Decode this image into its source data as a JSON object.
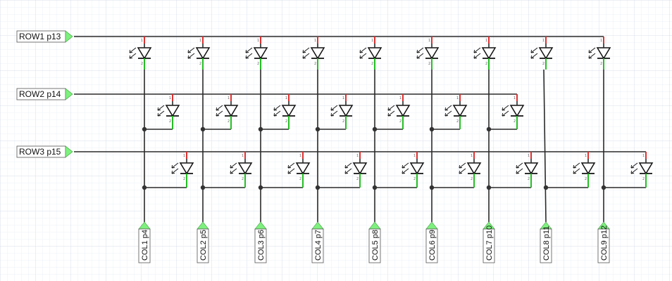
{
  "schematic": {
    "rows": [
      {
        "label": "ROW1 p13"
      },
      {
        "label": "ROW2 p14"
      },
      {
        "label": "ROW3 p15"
      }
    ],
    "columns": [
      {
        "label": "COL1 p4"
      },
      {
        "label": "COL2 p5"
      },
      {
        "label": "COL3 p6"
      },
      {
        "label": "COL4 p7"
      },
      {
        "label": "COL5 p8"
      },
      {
        "label": "COL6 p9"
      },
      {
        "label": "COL7 p10"
      },
      {
        "label": "COL8 p11"
      },
      {
        "label": "COL9 p12"
      }
    ],
    "leds_per_row": [
      9,
      7,
      9
    ],
    "pin_numbers": [
      "1",
      "2"
    ],
    "colors": {
      "grid_fine": "#eef1f6",
      "grid_major": "#d9dfea",
      "wire": "#2a2a2a",
      "anode_lead": "#e23030",
      "cathode_lead": "#22c022",
      "net_label_fill": "#ffffff",
      "net_label_pin": "#7ef07e"
    },
    "icons": [
      "led-symbol-icon",
      "net-label-pin-icon",
      "junction-dot-icon"
    ]
  }
}
